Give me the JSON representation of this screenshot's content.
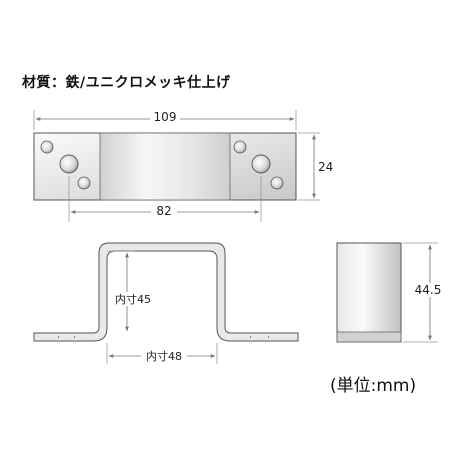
{
  "material_label": "材質：鉄/ユニクロメッキ仕上げ",
  "units_label": "(単位:mm)",
  "dimensions": {
    "overall_length": "109",
    "hole_pitch": "82",
    "width": "24",
    "inner_height": "内寸45",
    "inner_width": "内寸48",
    "total_height": "44.5"
  },
  "colors": {
    "outline": "#555555",
    "dimension_line": "#8a8a8a",
    "metal_light": "#f4f4f4",
    "metal_mid": "#d6d6d6",
    "metal_dark": "#b8b8b8"
  }
}
